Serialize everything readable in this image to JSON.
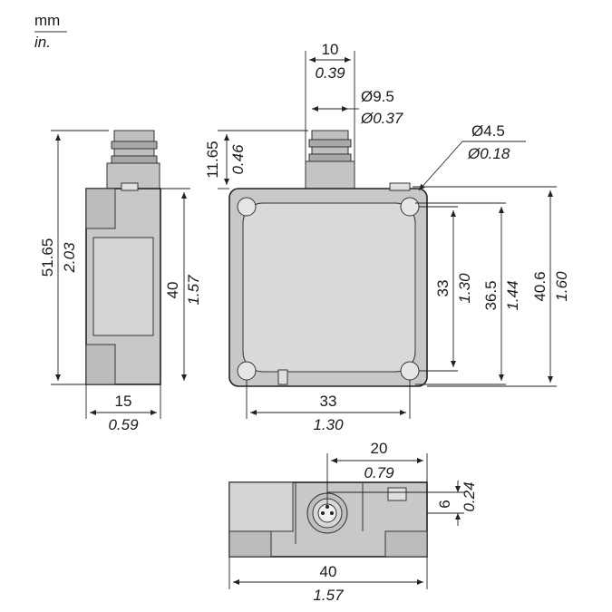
{
  "units": {
    "metric": "mm",
    "imperial": "in."
  },
  "dimensions": {
    "connector_width": {
      "mm": "10",
      "in": "0.39"
    },
    "connector_dia": {
      "mm": "Ø9.5",
      "in": "Ø0.37"
    },
    "hole_dia": {
      "mm": "Ø4.5",
      "in": "Ø0.18"
    },
    "connector_height": {
      "mm": "11.65",
      "in": "0.46"
    },
    "total_height": {
      "mm": "51.65",
      "in": "2.03"
    },
    "body_height_side": {
      "mm": "40",
      "in": "1.57"
    },
    "depth": {
      "mm": "15",
      "in": "0.59"
    },
    "hole_spacing_h": {
      "mm": "33",
      "in": "1.30"
    },
    "hole_spacing_v": {
      "mm": "33",
      "in": "1.30"
    },
    "height_36": {
      "mm": "36.5",
      "in": "1.44"
    },
    "height_40": {
      "mm": "40.6",
      "in": "1.60"
    },
    "connector_offset": {
      "mm": "20",
      "in": "0.79"
    },
    "connector_pos": {
      "mm": "6",
      "in": "0.24"
    },
    "bottom_width": {
      "mm": "40",
      "in": "1.57"
    }
  },
  "colors": {
    "body": "#c8c8c8",
    "face": "#d9d9d9",
    "outline": "#222222"
  }
}
